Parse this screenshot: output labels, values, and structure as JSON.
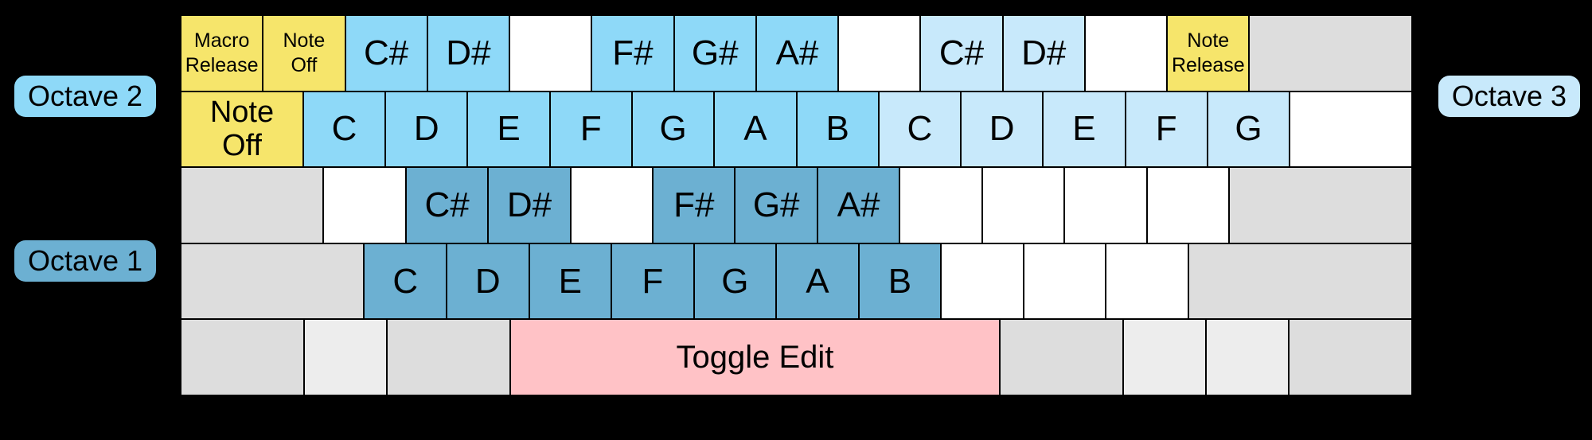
{
  "colors": {
    "background": "#000000",
    "key_border": "#000000",
    "text": "#000000",
    "yellow": "#f6e56b",
    "octave1": "#6cb0d2",
    "octave2": "#8ed9f8",
    "octave3": "#c8e9fb",
    "pink": "#ffc2c6",
    "gray": "#dddddd",
    "light_gray": "#ededed",
    "white": "#ffffff"
  },
  "badges": {
    "octave2": {
      "label": "Octave 2",
      "color": "octave2"
    },
    "octave1": {
      "label": "Octave 1",
      "color": "octave1"
    },
    "octave3": {
      "label": "Octave 3",
      "color": "octave3"
    }
  },
  "keyboard": {
    "rows": [
      {
        "keys": [
          {
            "name": "key-macro-release",
            "label": "Macro\nRelease",
            "color": "yellow",
            "units": 1,
            "size": "sm"
          },
          {
            "name": "key-note-off-top",
            "label": "Note\nOff",
            "color": "yellow",
            "units": 1,
            "size": "sm"
          },
          {
            "name": "key-note-csharp-octave2",
            "label": "C#",
            "color": "octave2",
            "units": 1
          },
          {
            "name": "key-note-dsharp-octave2",
            "label": "D#",
            "color": "octave2",
            "units": 1
          },
          {
            "name": "key-unassigned",
            "label": "",
            "color": "white",
            "units": 1
          },
          {
            "name": "key-note-fsharp-octave2",
            "label": "F#",
            "color": "octave2",
            "units": 1
          },
          {
            "name": "key-note-gsharp-octave2",
            "label": "G#",
            "color": "octave2",
            "units": 1
          },
          {
            "name": "key-note-asharp-octave2",
            "label": "A#",
            "color": "octave2",
            "units": 1
          },
          {
            "name": "key-unassigned",
            "label": "",
            "color": "white",
            "units": 1
          },
          {
            "name": "key-note-csharp-octave3",
            "label": "C#",
            "color": "octave3",
            "units": 1
          },
          {
            "name": "key-note-dsharp-octave3",
            "label": "D#",
            "color": "octave3",
            "units": 1
          },
          {
            "name": "key-unassigned",
            "label": "",
            "color": "white",
            "units": 1
          },
          {
            "name": "key-note-release",
            "label": "Note\nRelease",
            "color": "yellow",
            "units": 1,
            "size": "sm"
          },
          {
            "name": "key-unmapped",
            "label": "",
            "color": "gray",
            "units": 2
          }
        ]
      },
      {
        "keys": [
          {
            "name": "key-note-off",
            "label": "Note\nOff",
            "color": "yellow",
            "units": 1.5,
            "size": "md"
          },
          {
            "name": "key-note-c-octave2",
            "label": "C",
            "color": "octave2",
            "units": 1
          },
          {
            "name": "key-note-d-octave2",
            "label": "D",
            "color": "octave2",
            "units": 1
          },
          {
            "name": "key-note-e-octave2",
            "label": "E",
            "color": "octave2",
            "units": 1
          },
          {
            "name": "key-note-f-octave2",
            "label": "F",
            "color": "octave2",
            "units": 1
          },
          {
            "name": "key-note-g-octave2",
            "label": "G",
            "color": "octave2",
            "units": 1
          },
          {
            "name": "key-note-a-octave2",
            "label": "A",
            "color": "octave2",
            "units": 1
          },
          {
            "name": "key-note-b-octave2",
            "label": "B",
            "color": "octave2",
            "units": 1
          },
          {
            "name": "key-note-c-octave3",
            "label": "C",
            "color": "octave3",
            "units": 1
          },
          {
            "name": "key-note-d-octave3",
            "label": "D",
            "color": "octave3",
            "units": 1
          },
          {
            "name": "key-note-e-octave3",
            "label": "E",
            "color": "octave3",
            "units": 1
          },
          {
            "name": "key-note-f-octave3",
            "label": "F",
            "color": "octave3",
            "units": 1
          },
          {
            "name": "key-note-g-octave3",
            "label": "G",
            "color": "octave3",
            "units": 1
          },
          {
            "name": "key-unassigned",
            "label": "",
            "color": "white",
            "units": 1.5
          }
        ]
      },
      {
        "keys": [
          {
            "name": "key-unmapped",
            "label": "",
            "color": "gray",
            "units": 1.75
          },
          {
            "name": "key-unassigned",
            "label": "",
            "color": "white",
            "units": 1
          },
          {
            "name": "key-note-csharp-octave1",
            "label": "C#",
            "color": "octave1",
            "units": 1
          },
          {
            "name": "key-note-dsharp-octave1",
            "label": "D#",
            "color": "octave1",
            "units": 1
          },
          {
            "name": "key-unassigned",
            "label": "",
            "color": "white",
            "units": 1
          },
          {
            "name": "key-note-fsharp-octave1",
            "label": "F#",
            "color": "octave1",
            "units": 1
          },
          {
            "name": "key-note-gsharp-octave1",
            "label": "G#",
            "color": "octave1",
            "units": 1
          },
          {
            "name": "key-note-asharp-octave1",
            "label": "A#",
            "color": "octave1",
            "units": 1
          },
          {
            "name": "key-unassigned",
            "label": "",
            "color": "white",
            "units": 1
          },
          {
            "name": "key-unassigned",
            "label": "",
            "color": "white",
            "units": 1
          },
          {
            "name": "key-unassigned",
            "label": "",
            "color": "white",
            "units": 1
          },
          {
            "name": "key-unassigned",
            "label": "",
            "color": "white",
            "units": 1
          },
          {
            "name": "key-unmapped",
            "label": "",
            "color": "gray",
            "units": 2.25
          }
        ]
      },
      {
        "keys": [
          {
            "name": "key-unmapped",
            "label": "",
            "color": "gray",
            "units": 2.25
          },
          {
            "name": "key-note-c-octave1",
            "label": "C",
            "color": "octave1",
            "units": 1
          },
          {
            "name": "key-note-d-octave1",
            "label": "D",
            "color": "octave1",
            "units": 1
          },
          {
            "name": "key-note-e-octave1",
            "label": "E",
            "color": "octave1",
            "units": 1
          },
          {
            "name": "key-note-f-octave1",
            "label": "F",
            "color": "octave1",
            "units": 1
          },
          {
            "name": "key-note-g-octave1",
            "label": "G",
            "color": "octave1",
            "units": 1
          },
          {
            "name": "key-note-a-octave1",
            "label": "A",
            "color": "octave1",
            "units": 1
          },
          {
            "name": "key-note-b-octave1",
            "label": "B",
            "color": "octave1",
            "units": 1
          },
          {
            "name": "key-unassigned",
            "label": "",
            "color": "white",
            "units": 1
          },
          {
            "name": "key-unassigned",
            "label": "",
            "color": "white",
            "units": 1
          },
          {
            "name": "key-unassigned",
            "label": "",
            "color": "white",
            "units": 1
          },
          {
            "name": "key-unmapped",
            "label": "",
            "color": "gray",
            "units": 2.75
          }
        ]
      },
      {
        "keys": [
          {
            "name": "key-unmapped",
            "label": "",
            "color": "gray",
            "units": 1.5
          },
          {
            "name": "key-unmapped",
            "label": "",
            "color": "light_gray",
            "units": 1
          },
          {
            "name": "key-unmapped",
            "label": "",
            "color": "gray",
            "units": 1.5
          },
          {
            "name": "key-toggle-edit",
            "label": "Toggle Edit",
            "color": "pink",
            "units": 6,
            "size": "lg"
          },
          {
            "name": "key-unmapped",
            "label": "",
            "color": "gray",
            "units": 1.5
          },
          {
            "name": "key-unmapped",
            "label": "",
            "color": "light_gray",
            "units": 1
          },
          {
            "name": "key-unmapped",
            "label": "",
            "color": "light_gray",
            "units": 1
          },
          {
            "name": "key-unmapped",
            "label": "",
            "color": "gray",
            "units": 1.5
          }
        ]
      }
    ]
  }
}
